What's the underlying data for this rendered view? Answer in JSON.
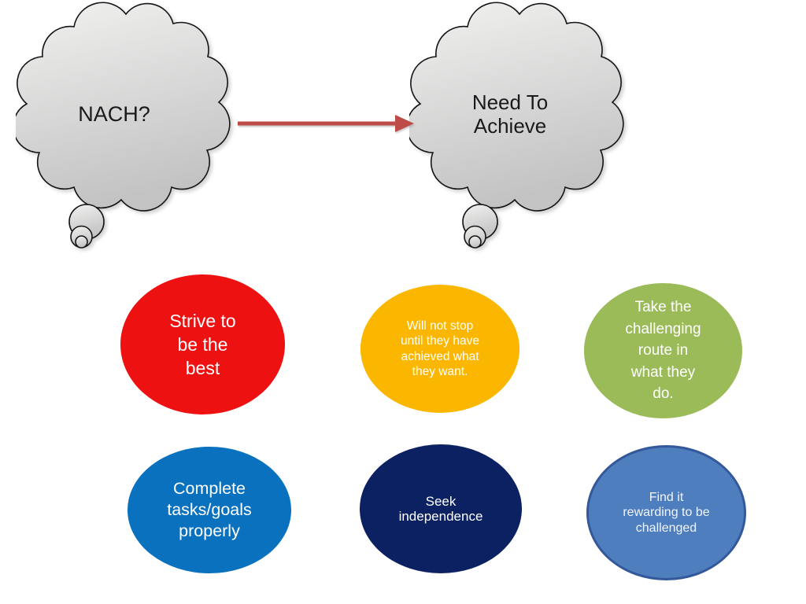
{
  "slide": {
    "background": "#FFFFFF"
  },
  "cloud_style": {
    "fill_top": "#F1F1F0",
    "fill_bottom": "#C3C3C3",
    "stroke": "#151515"
  },
  "clouds": {
    "left": {
      "icon": "thought-cloud-icon",
      "text": "NACH?"
    },
    "right": {
      "icon": "thought-cloud-icon",
      "text": "Need To\nAchieve"
    }
  },
  "arrow": {
    "icon": "right-arrow-icon",
    "color": "#BE4B48"
  },
  "bubbles": [
    {
      "name": "strive-to-be-the-best",
      "text": "Strive to\nbe the\nbest",
      "color": "#EE1111",
      "text_color": "#FFFFFF"
    },
    {
      "name": "will-not-stop",
      "text": "Will not stop\nuntil they have\nachieved what\nthey want.",
      "color": "#FBB700",
      "text_color": "#FFFFFF"
    },
    {
      "name": "take-challenging-route",
      "text": "Take the\nchallenging\nroute in\nwhat they\ndo.",
      "color": "#9BBB59",
      "text_color": "#FFFFFF"
    },
    {
      "name": "complete-tasks-goals",
      "text": "Complete\ntasks/goals\nproperly",
      "color": "#0971BE",
      "text_color": "#FFFFFF"
    },
    {
      "name": "seek-independence",
      "text": "Seek\nindependence",
      "color": "#0C2161",
      "text_color": "#FFFFFF"
    },
    {
      "name": "find-it-rewarding",
      "text": "Find it\nrewarding to be\nchallenged",
      "color": "#4E7EBE",
      "text_color": "#F2F6FB",
      "border_color": "#33599B"
    }
  ]
}
